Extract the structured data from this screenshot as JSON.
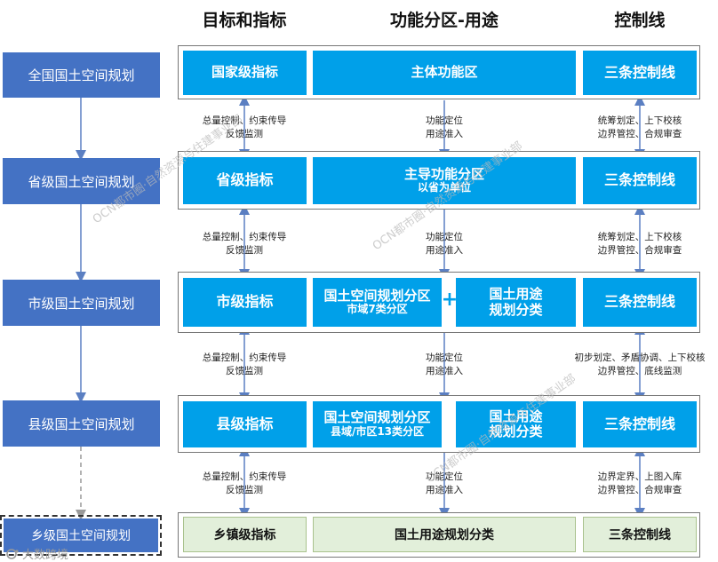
{
  "headers": {
    "targets": "目标和指标",
    "functions": "功能分区-用途",
    "control": "控制线"
  },
  "levels": {
    "national": "全国国土空间规划",
    "provincial": "省级国土空间规划",
    "municipal": "市级国土空间规划",
    "county": "县级国土空间规划",
    "township": "乡级国土空间规划"
  },
  "rows": {
    "national": {
      "indicator": "国家级指标",
      "function": "主体功能区",
      "control": "三条控制线"
    },
    "provincial": {
      "indicator": "省级指标",
      "function_title": "主导功能分区",
      "function_sub": "以省为单位",
      "control": "三条控制线"
    },
    "municipal": {
      "indicator": "市级指标",
      "zoning_title": "国土空间规划分区",
      "zoning_sub": "市域7类分区",
      "plus": "+",
      "use_line1": "国土用途",
      "use_line2": "规划分类",
      "control": "三条控制线"
    },
    "county": {
      "indicator": "县级指标",
      "zoning_title": "国土空间规划分区",
      "zoning_sub": "县域/市区13类分区",
      "use_line1": "国土用途",
      "use_line2": "规划分类",
      "control": "三条控制线"
    },
    "township": {
      "indicator": "乡镇级指标",
      "function": "国土用途规划分类",
      "control": "三条控制线"
    }
  },
  "notes": {
    "g1": {
      "left1": "总量控制、约束传导",
      "left2": "反馈监测",
      "mid1": "功能定位",
      "mid2": "用途准入",
      "right1": "统筹划定、上下校核",
      "right2": "边界管控、合规审查"
    },
    "g2": {
      "left1": "总量控制、约束传导",
      "left2": "反馈监测",
      "mid1": "功能定位",
      "mid2": "用途准入",
      "right1": "统筹划定、上下校核",
      "right2": "边界管控、合规审查"
    },
    "g3": {
      "left1": "总量控制、约束传导",
      "left2": "反馈监测",
      "mid1": "功能定位",
      "mid2": "用途准入",
      "right1": "初步划定、矛盾协调、上下校核",
      "right2": "边界管控、底线监测"
    },
    "g4": {
      "left1": "总量控制、约束传导",
      "left2": "反馈监测",
      "mid1": "功能定位",
      "mid2": "用途准入",
      "right1": "边界定界、上图入库",
      "right2": "边界管控、合规审查"
    }
  },
  "watermarks": {
    "a": "OCN都市圈·自然资源与住建事业部",
    "b": "OCN都市圈·自然资源与住建事业部",
    "c": "OCN都市圈·自然资源与住建事业部"
  },
  "logo": "大数跨境",
  "colors": {
    "level_blue": "#4472c4",
    "cell_blue": "#00a0e9",
    "cell_green": "#e2efda"
  }
}
